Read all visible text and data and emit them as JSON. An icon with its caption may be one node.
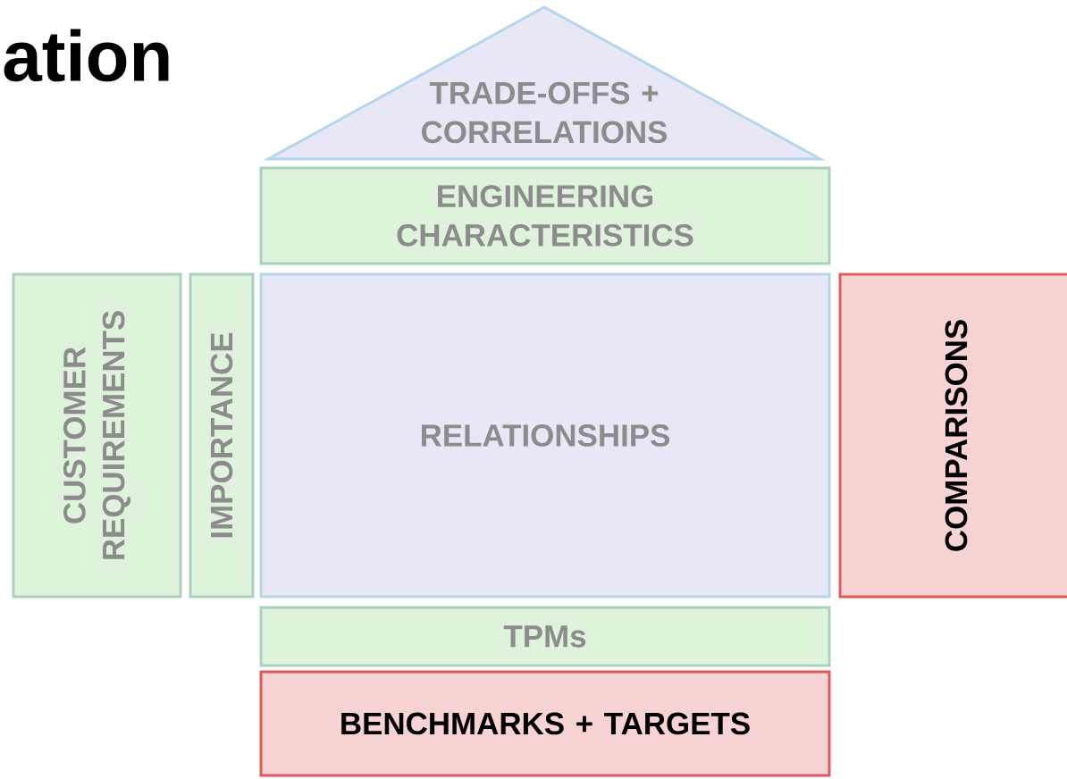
{
  "diagram": {
    "title": "ation",
    "nodes": [
      {
        "text": [
          "TRADE-OFFS + CORRELATIONS"
        ]
      },
      {
        "text": [
          "ENGINEERING CHARACTERISTICS"
        ]
      },
      {
        "text": [
          "CUSTOMER REQUIREMENTS"
        ]
      },
      {
        "text": [
          "IMPORTANCE"
        ]
      },
      {
        "text": [
          "RELATIONSHIPS"
        ]
      },
      {
        "text": [
          "COMPARISONS"
        ]
      },
      {
        "text": [
          "TPMs"
        ]
      },
      {
        "text": [
          "BENCHMARKS + TARGETS"
        ]
      }
    ]
  }
}
